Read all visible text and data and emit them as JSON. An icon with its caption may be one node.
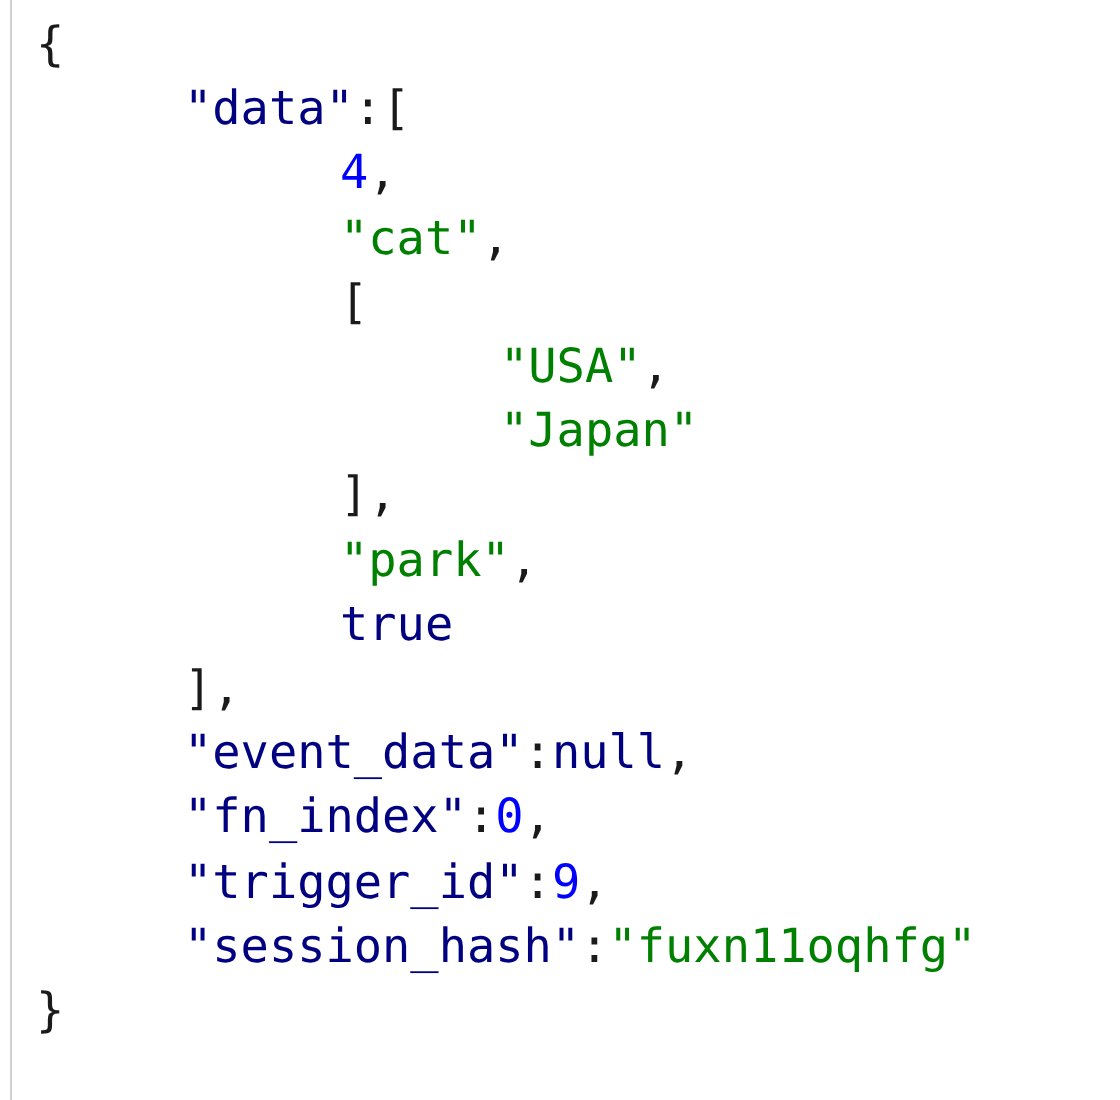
{
  "diagram": {
    "labels": [
      "{",
      "\"data\":[",
      "4,",
      "\"cat\",",
      "[",
      "\"USA\",",
      "\"Japan\"",
      "],",
      "\"park\",",
      "true",
      "],",
      "\"event_data\":null,",
      "\"fn_index\":0,",
      "\"trigger_id\":9,",
      "\"session_hash\":\"fuxn11oqhfg\"",
      "}"
    ]
  }
}
